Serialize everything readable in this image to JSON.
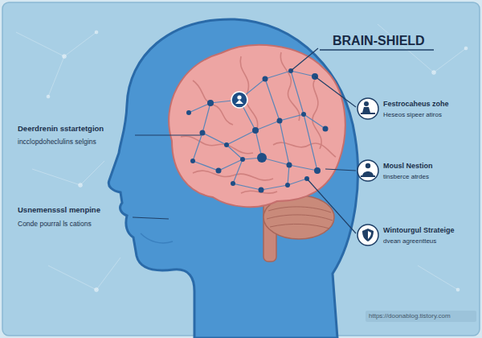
{
  "diagram": {
    "title": "BRAIN-SHIELD",
    "labels": [
      "Deerdrenin sstartetgion",
      "incclopdoheclulins selgins",
      "Usnemensssl menpine",
      "Conde pourral ls cations",
      "Festrocaheus zohe",
      "Heseos sipeer atiros",
      "Mousl Nestion",
      "tinsberce atrdes",
      "Wintourgul Strateige",
      "dvean agreentteus",
      "https://doonablog.tistory.com"
    ]
  }
}
